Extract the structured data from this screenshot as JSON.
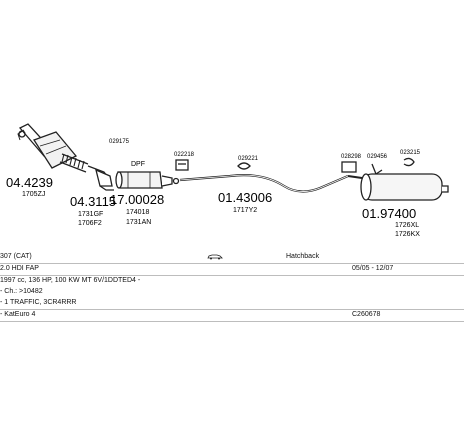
{
  "parts": {
    "p044239": {
      "number": "04.4239",
      "oem": "1705ZJ"
    },
    "p043115": {
      "number": "04.3115",
      "oem1": "1731GF",
      "oem2": "1706F2"
    },
    "p1700028": {
      "number": "17.00028",
      "label_dpf": "DPF",
      "oem1": "174018",
      "oem2": "1731AN",
      "small": "029175"
    },
    "p022218": {
      "small": "022218"
    },
    "p029221": {
      "small": "029221"
    },
    "p0143006": {
      "number": "01.43006",
      "oem": "1717Y2"
    },
    "p028298": {
      "small": "028298"
    },
    "p029456": {
      "small": "029456"
    },
    "p023215": {
      "small": "023215"
    },
    "p0197400": {
      "number": "01.97400",
      "oem1": "1726XL",
      "oem2": "1726KX"
    }
  },
  "info": {
    "model": "307 (CAT)",
    "body": "Hatchback",
    "engine": "2.0 HDI FAP",
    "date_range": "05/05 - 12/07",
    "spec": "1997 cc, 136 HP, 100 KW MT 6V/1DDTED4 -",
    "chassis": "- Ch.: >10482",
    "engine_code": "- 1 TRAFFIC, 3CR4RRR",
    "kat": "- KatEuro 4",
    "code": "C260678"
  }
}
